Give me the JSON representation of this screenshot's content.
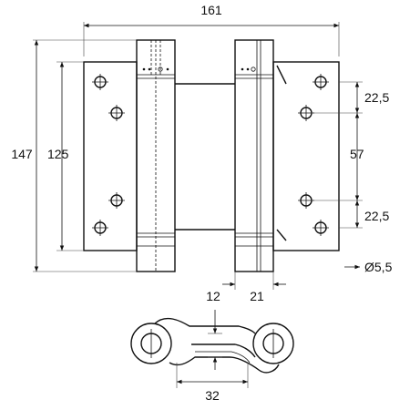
{
  "drawing": {
    "type": "double-action spring hinge technical drawing",
    "dimensions": {
      "overall_width": "161",
      "overall_height": "147",
      "leaf_height": "125",
      "hole_offset_top": "22,5",
      "hole_spacing": "57",
      "hole_offset_bottom": "22,5",
      "hole_diameter": "Ø5,5",
      "barrel_width": "21",
      "plan_depth": "12",
      "plan_width": "32"
    },
    "colors": {
      "line": "#111111",
      "background": "#ffffff"
    }
  }
}
